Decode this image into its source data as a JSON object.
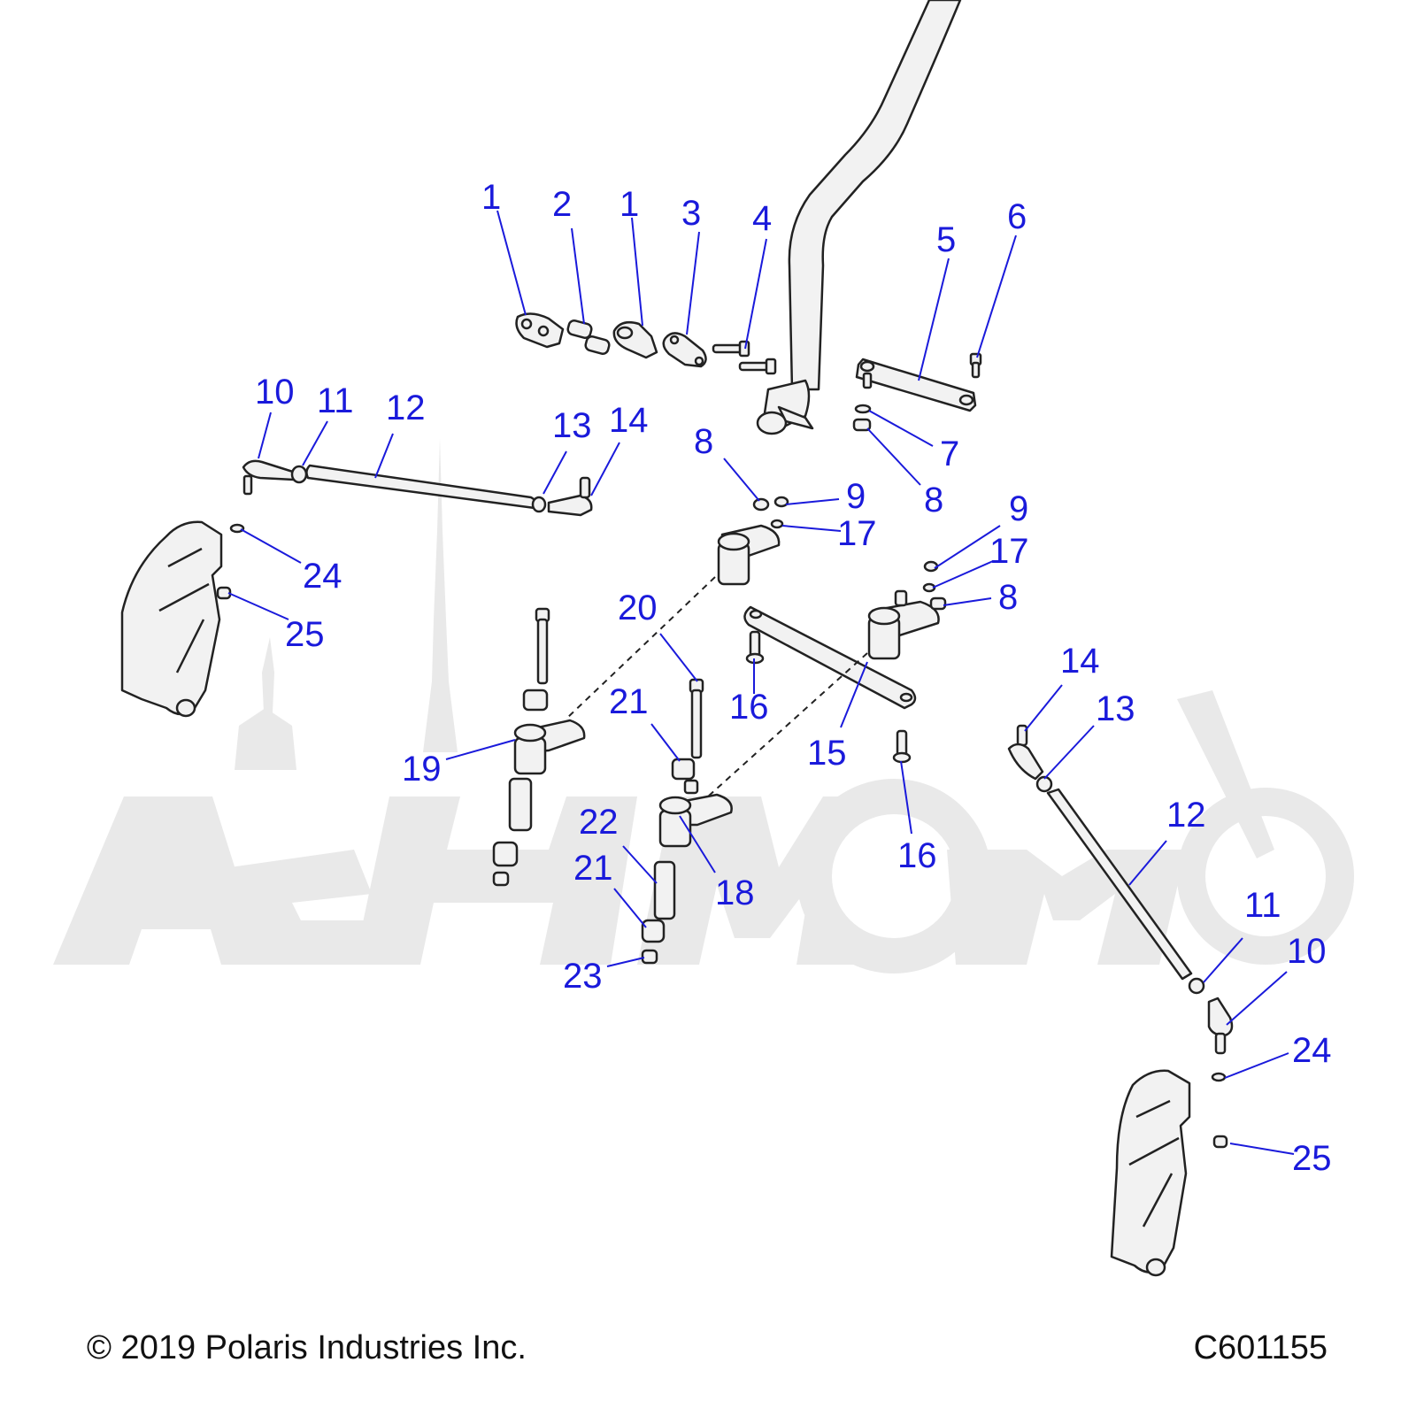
{
  "footer": {
    "copyright": "© 2019 Polaris Industries Inc.",
    "diagram_code": "C601155"
  },
  "watermark_text": "AenMomo",
  "callouts": [
    {
      "n": "1"
    },
    {
      "n": "2"
    },
    {
      "n": "1"
    },
    {
      "n": "3"
    },
    {
      "n": "4"
    },
    {
      "n": "5"
    },
    {
      "n": "6"
    },
    {
      "n": "10"
    },
    {
      "n": "11"
    },
    {
      "n": "12"
    },
    {
      "n": "13"
    },
    {
      "n": "14"
    },
    {
      "n": "8"
    },
    {
      "n": "9"
    },
    {
      "n": "7"
    },
    {
      "n": "8"
    },
    {
      "n": "17"
    },
    {
      "n": "9"
    },
    {
      "n": "17"
    },
    {
      "n": "8"
    },
    {
      "n": "24"
    },
    {
      "n": "25"
    },
    {
      "n": "20"
    },
    {
      "n": "21"
    },
    {
      "n": "16"
    },
    {
      "n": "15"
    },
    {
      "n": "19"
    },
    {
      "n": "22"
    },
    {
      "n": "21"
    },
    {
      "n": "18"
    },
    {
      "n": "23"
    },
    {
      "n": "16"
    },
    {
      "n": "14"
    },
    {
      "n": "13"
    },
    {
      "n": "12"
    },
    {
      "n": "11"
    },
    {
      "n": "10"
    },
    {
      "n": "24"
    },
    {
      "n": "25"
    }
  ],
  "colors": {
    "callout": "#1a1adb",
    "line": "#222222",
    "part_fill": "#f2f2f2",
    "watermark": "#e9e9e9"
  }
}
